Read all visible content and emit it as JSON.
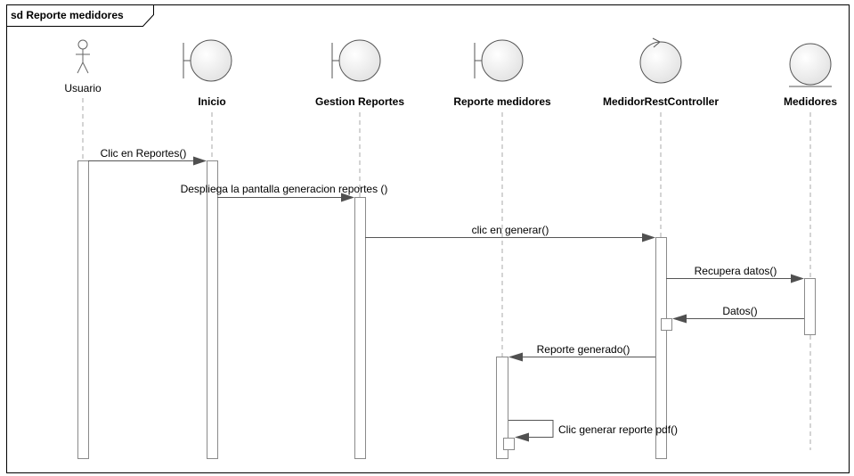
{
  "frame": {
    "title": "sd Reporte medidores"
  },
  "lifelines": [
    {
      "id": "usuario",
      "name": "Usuario",
      "kind": "actor"
    },
    {
      "id": "inicio",
      "name": "Inicio",
      "kind": "boundary"
    },
    {
      "id": "gestion",
      "name": "Gestion Reportes",
      "kind": "boundary"
    },
    {
      "id": "reporte",
      "name": "Reporte medidores",
      "kind": "boundary"
    },
    {
      "id": "controller",
      "name": "MedidorRestController",
      "kind": "control"
    },
    {
      "id": "medidores",
      "name": "Medidores",
      "kind": "entity"
    }
  ],
  "messages": [
    {
      "from": "usuario",
      "to": "inicio",
      "label": "Clic en Reportes()"
    },
    {
      "from": "inicio",
      "to": "gestion",
      "label": "Despliega la pantalla generacion reportes ()"
    },
    {
      "from": "gestion",
      "to": "controller",
      "label": "clic en generar()"
    },
    {
      "from": "controller",
      "to": "medidores",
      "label": "Recupera datos()"
    },
    {
      "from": "medidores",
      "to": "controller",
      "label": "Datos()"
    },
    {
      "from": "controller",
      "to": "reporte",
      "label": "Reporte generado()"
    },
    {
      "from": "reporte",
      "to": "reporte",
      "label": "Clic generar reporte pdf()"
    }
  ]
}
